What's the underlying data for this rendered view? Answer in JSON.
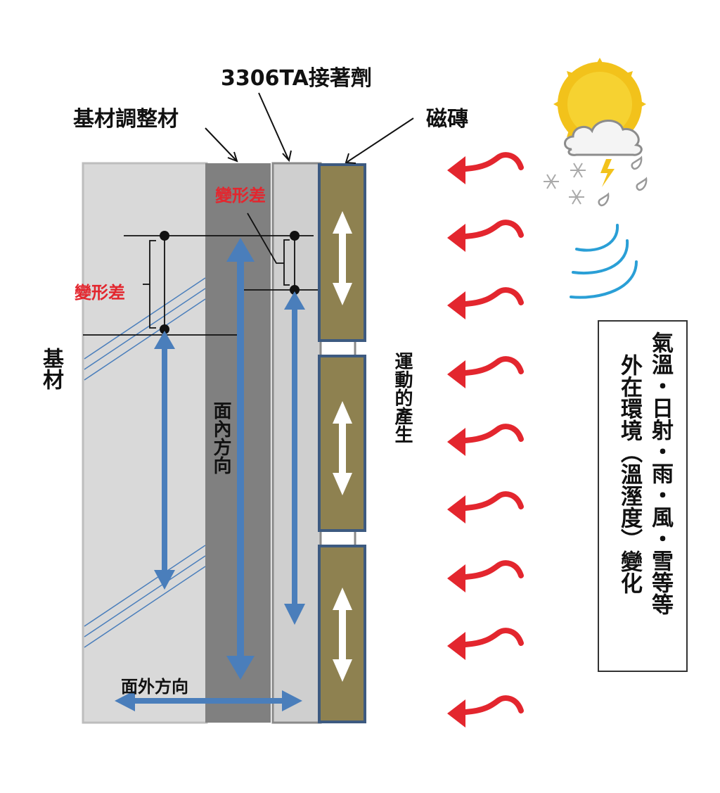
{
  "labels": {
    "adhesive": "3306TA接著劑",
    "substrate_adjuster": "基材調整材",
    "tile": "磁磚",
    "deformation_diff_1": "變形差",
    "deformation_diff_2": "變形差",
    "substrate": "基材",
    "in_plane_direction": "面內方向",
    "out_of_plane_direction": "面外方向",
    "movement_generated": "運動的產生"
  },
  "environment_box": {
    "line1": "氣溫・日射・雨・風・雪等等",
    "line2": "外在環境（溫溼度）變化"
  },
  "icons": {
    "weather": "sun-cloud-lightning-rain-snow-icon",
    "wind": "wind-icon",
    "heat_arrows": "wavy-red-arrow-icon",
    "heat_arrow_count": 9
  },
  "colors": {
    "substrate": "#d9d9d9",
    "adjuster": "#808080",
    "adhesive": "#cfcfcf",
    "tile_fill": "#8e8150",
    "tile_border": "#3d5a80",
    "blue_arrow": "#4a7ebb",
    "red_arrow": "#e3262e",
    "sun": "#f2c21b",
    "wind": "#2a9fd6"
  }
}
